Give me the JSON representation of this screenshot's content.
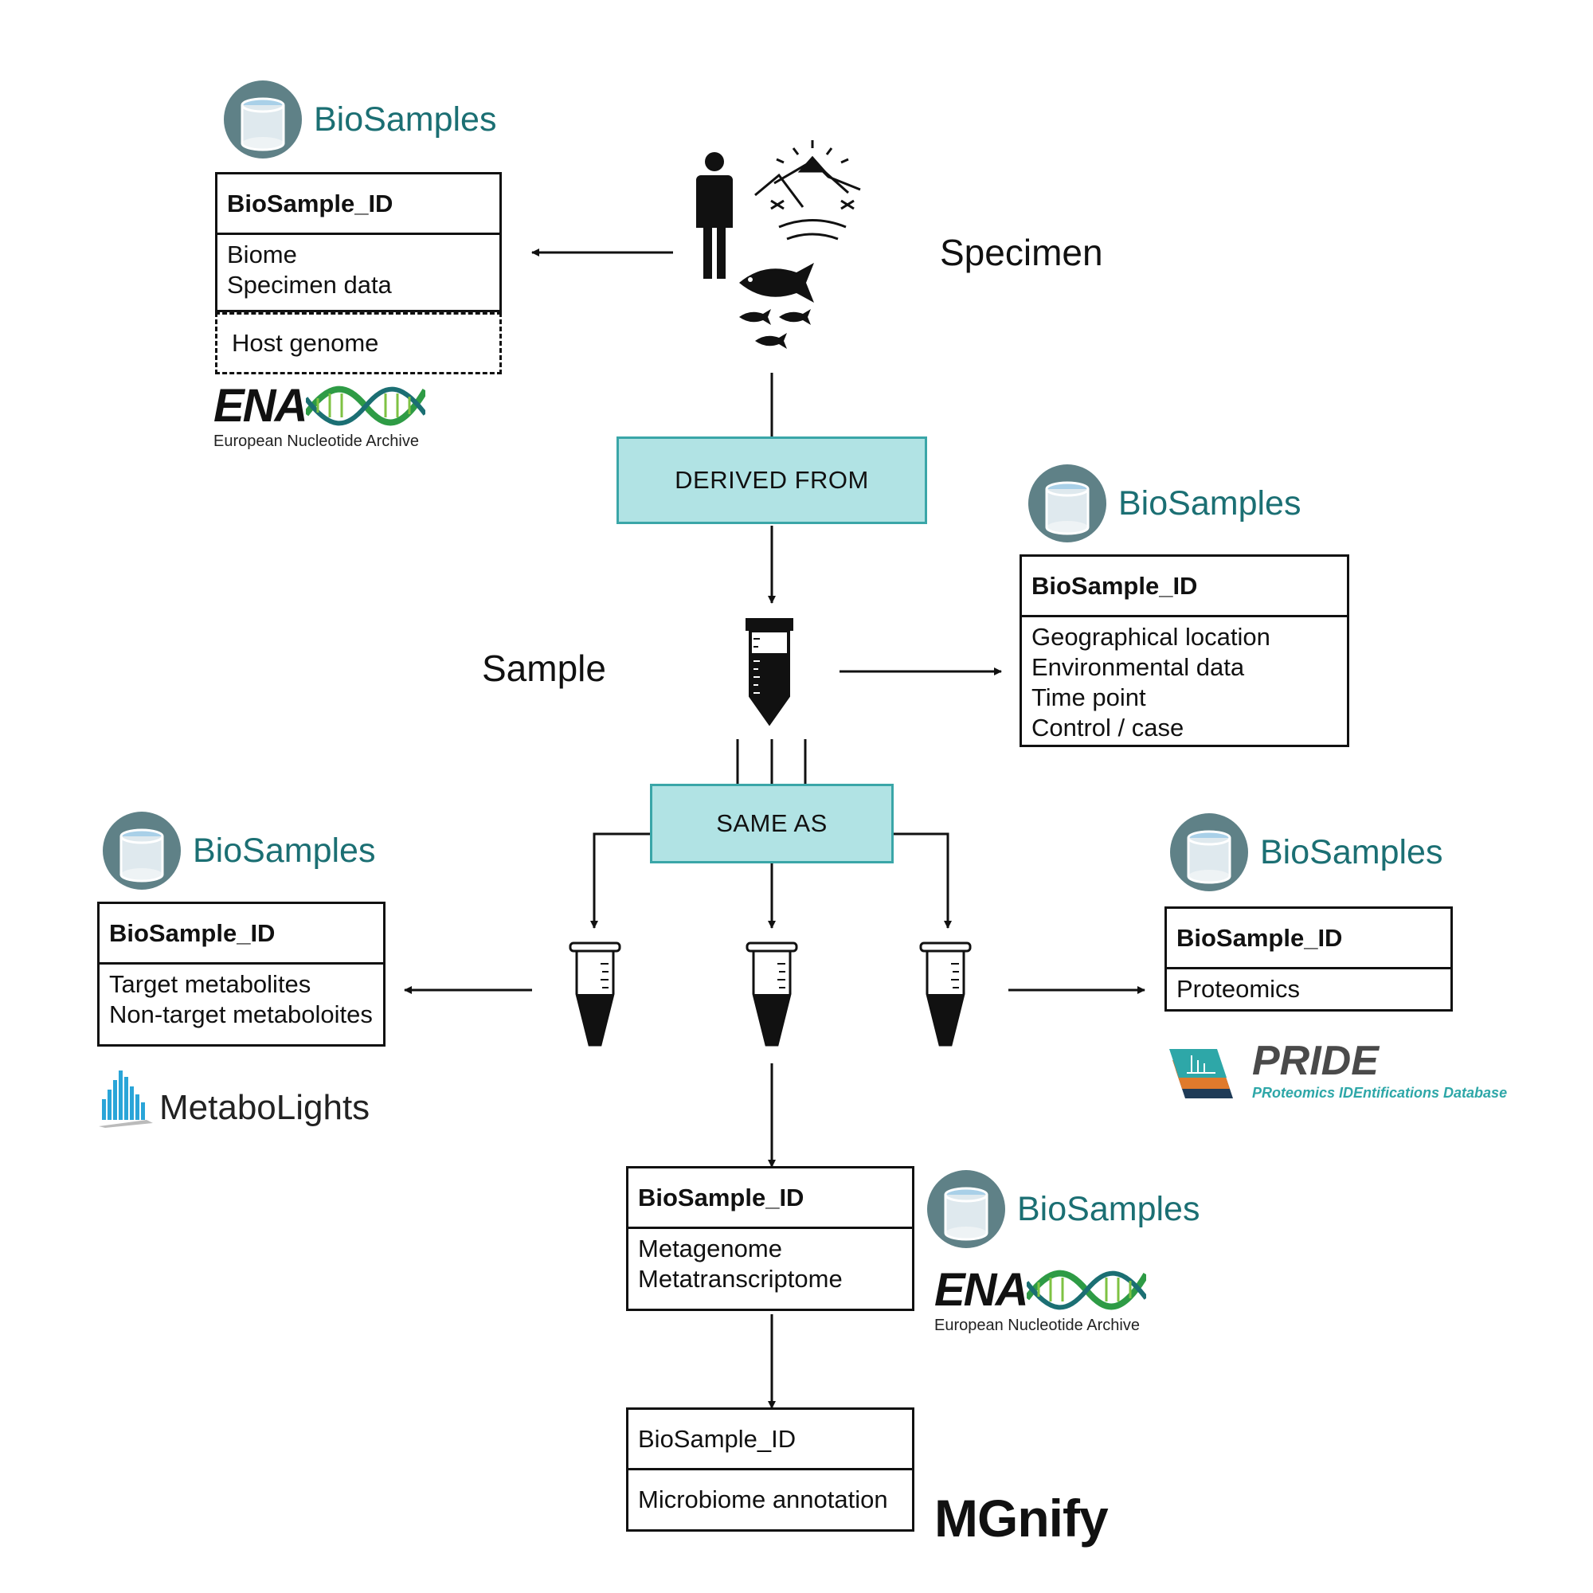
{
  "labels": {
    "specimen": "Specimen",
    "sample": "Sample"
  },
  "relations": {
    "derived_from": "DERIVED FROM",
    "same_as": "SAME AS"
  },
  "logos": {
    "biosamples": "BioSamples",
    "ena": "ENA",
    "ena_sub": "European Nucleotide Archive",
    "pride": "PRIDE",
    "pride_sub": "PRoteomics IDEntifications Database",
    "metabolights": "MetaboLights",
    "mgnify": "MGnify"
  },
  "boxes": {
    "specimen": {
      "header": "BioSample_ID",
      "lines": [
        "Biome",
        "Specimen data"
      ],
      "extra": "Host genome"
    },
    "sample": {
      "header": "BioSample_ID",
      "lines": [
        "Geographical location",
        "Environmental data",
        "Time point",
        "Control / case"
      ]
    },
    "metabolites": {
      "header": "BioSample_ID",
      "lines": [
        "Target metabolites",
        "Non-target metaboloites"
      ]
    },
    "proteomics": {
      "header": "BioSample_ID",
      "lines": [
        "Proteomics"
      ]
    },
    "metagenome": {
      "header": "BioSample_ID",
      "lines": [
        "Metagenome",
        "Metatranscriptome"
      ]
    },
    "microbiome": {
      "header": "BioSample_ID",
      "lines": [
        "Microbiome annotation"
      ]
    }
  },
  "colors": {
    "relation_fill": "#b1e3e4",
    "relation_border": "#3aa6a8",
    "biosamples_text": "#1b6f73",
    "ena_green": "#2e9b45",
    "pride_orange": "#e07a2c",
    "pride_teal": "#2ea7a8",
    "metabolights_blue": "#2aa5d8"
  },
  "icons": [
    "person-icon",
    "landscape-icon",
    "fish-icon",
    "test-tube-icon",
    "microtube-icon",
    "biosamples-logo-icon"
  ]
}
